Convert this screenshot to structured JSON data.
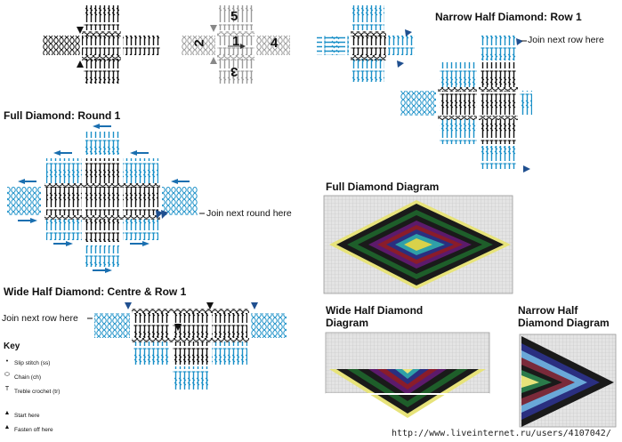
{
  "titles": {
    "narrow_row1": "Narrow Half Diamond: Row 1",
    "full_round1": "Full Diamond: Round 1",
    "wide_centre": "Wide Half Diamond: Centre & Row 1",
    "full_diagram": "Full Diamond Diagram",
    "wide_diagram_l1": "Wide Half Diamond",
    "wide_diagram_l2": "Diagram",
    "narrow_diagram_l1": "Narrow Half",
    "narrow_diagram_l2": "Diamond Diagram"
  },
  "notes": {
    "join_row_narrow": "Join next row here",
    "join_round": "Join next round here",
    "join_row_wide": "Join next row here"
  },
  "centre_numbers": [
    "5",
    "2",
    "1",
    "4",
    "3"
  ],
  "key": {
    "title": "Key",
    "items": [
      {
        "symbol": "•",
        "label": "Slip stitch (ss)"
      },
      {
        "symbol": "⬭",
        "label": "Chain (ch)"
      },
      {
        "symbol": "T",
        "label": "Treble crochet (tr)"
      },
      {
        "symbol": "▲",
        "label": "Start here"
      },
      {
        "symbol": "▲",
        "label": "Fasten off here"
      }
    ]
  },
  "watermark": "http://www.liveinternet.ru/users/4107042/",
  "colors": {
    "black_stitch": "#111111",
    "blue_stitch": "#1a90c8",
    "grey_stitch": "#9a9a9a",
    "marker": "#1f4f8f",
    "grid_bg": "#e4e4e4",
    "diamond_bands": [
      "#e7e37a",
      "#1a1a1a",
      "#1e5e2a",
      "#5c1a6b",
      "#8a1c2a",
      "#2a2f80",
      "#2fa0a8",
      "#d8d24a"
    ],
    "narrow_bands": [
      "#1a1a1a",
      "#2a2f80",
      "#6aa8d8",
      "#7a2a3a",
      "#2a7a4a",
      "#e7e37a"
    ]
  }
}
